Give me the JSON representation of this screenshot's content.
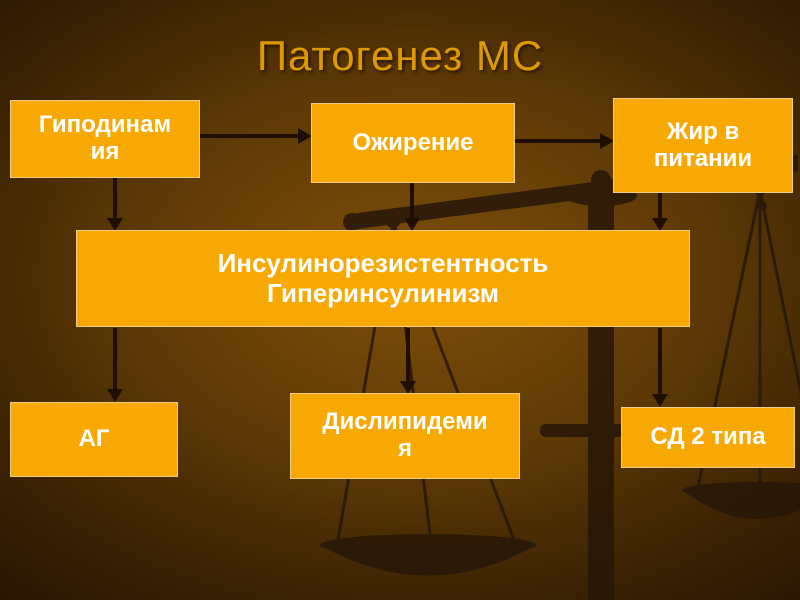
{
  "slide": {
    "title": "Патогенез МС",
    "background_center_color": "#7d4e0a",
    "background_edge_color": "#281502",
    "background_art": "balance-scales-silhouette",
    "accent": {
      "box_fill": "#F8A802",
      "box_text_color": "#FFFFFF",
      "title_color": "#DE9900",
      "arrow_color": "#1e0f02"
    }
  },
  "diagram": {
    "nodes": [
      {
        "id": "hypodynamia",
        "label": "Гиподинам\nия"
      },
      {
        "id": "obesity",
        "label": "Ожирение"
      },
      {
        "id": "dietary-fat",
        "label": "Жир в\nпитании"
      },
      {
        "id": "insulin-resistance",
        "label": "Инсулинорезистентность\nГиперинсулинизм"
      },
      {
        "id": "hypertension",
        "label": "АГ"
      },
      {
        "id": "dyslipidemia",
        "label": "Дислипидеми\nя"
      },
      {
        "id": "diabetes-type-2",
        "label": "СД 2 типа"
      }
    ],
    "edges": [
      {
        "from": "hypodynamia",
        "to": "obesity"
      },
      {
        "from": "obesity",
        "to": "dietary-fat"
      },
      {
        "from": "hypodynamia",
        "to": "insulin-resistance"
      },
      {
        "from": "obesity",
        "to": "insulin-resistance"
      },
      {
        "from": "dietary-fat",
        "to": "insulin-resistance"
      },
      {
        "from": "insulin-resistance",
        "to": "hypertension"
      },
      {
        "from": "insulin-resistance",
        "to": "dyslipidemia"
      },
      {
        "from": "insulin-resistance",
        "to": "diabetes-type-2"
      }
    ]
  }
}
